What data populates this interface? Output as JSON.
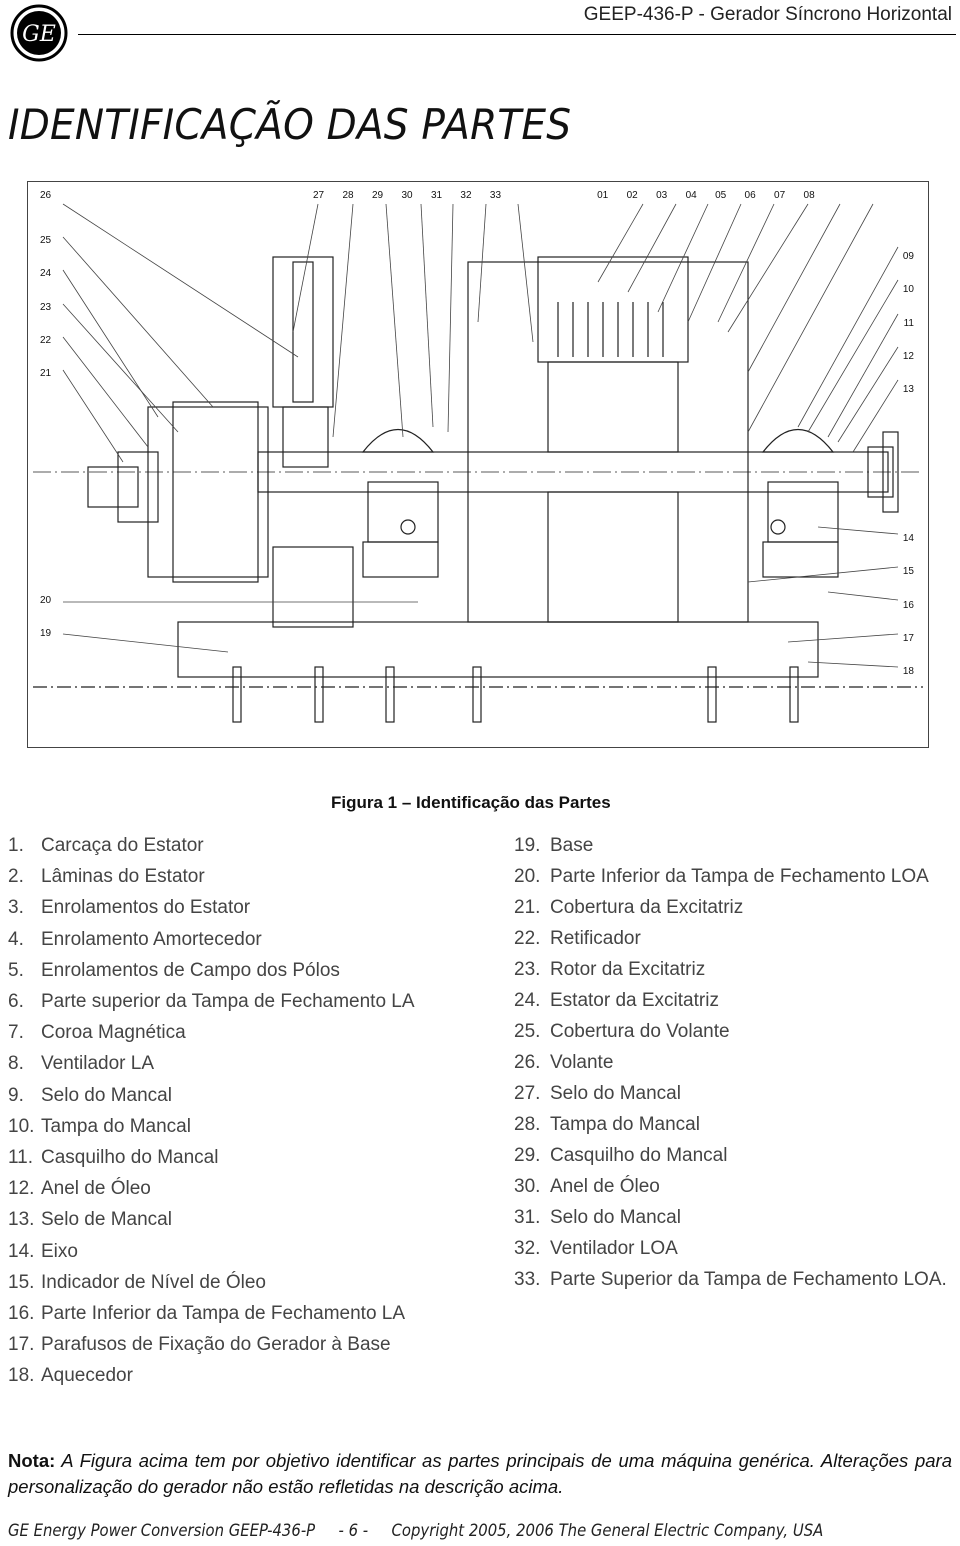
{
  "header": {
    "logo_text": "GE",
    "document_title": "GEEP-436-P - Gerador Síncrono Horizontal"
  },
  "page_title": "IDENTIFICAÇÃO DAS PARTES",
  "figure": {
    "top_labels": [
      "27",
      "28",
      "29",
      "30",
      "31",
      "32",
      "33",
      "01",
      "02",
      "03",
      "04",
      "05",
      "06",
      "07",
      "08"
    ],
    "label_26": "26",
    "left_labels": [
      "25",
      "24",
      "23",
      "22",
      "21"
    ],
    "left_bottom_labels": [
      "20",
      "19"
    ],
    "right_labels": [
      "09",
      "10",
      "11",
      "12",
      "13"
    ],
    "right_bottom_labels": [
      "14",
      "15",
      "16",
      "17",
      "18"
    ],
    "caption": "Figura 1 – Identificação das Partes"
  },
  "parts_left": [
    {
      "n": "1.",
      "t": "Carcaça do Estator"
    },
    {
      "n": "2.",
      "t": "Lâminas do Estator"
    },
    {
      "n": "3.",
      "t": "Enrolamentos do Estator"
    },
    {
      "n": "4.",
      "t": "Enrolamento Amortecedor"
    },
    {
      "n": "5.",
      "t": "Enrolamentos de Campo dos Pólos"
    },
    {
      "n": "6.",
      "t": "Parte superior da Tampa de Fechamento LA"
    },
    {
      "n": "7.",
      "t": "Coroa Magnética"
    },
    {
      "n": "8.",
      "t": "Ventilador LA"
    },
    {
      "n": "9.",
      "t": "Selo do Mancal"
    },
    {
      "n": "10.",
      "t": "Tampa do Mancal"
    },
    {
      "n": "11.",
      "t": "Casquilho do Mancal"
    },
    {
      "n": "12.",
      "t": "Anel de Óleo"
    },
    {
      "n": "13.",
      "t": "Selo de Mancal"
    },
    {
      "n": "14.",
      "t": "Eixo"
    },
    {
      "n": "15.",
      "t": "Indicador de Nível de Óleo"
    },
    {
      "n": "16.",
      "t": "Parte Inferior da Tampa de Fechamento LA"
    },
    {
      "n": "17.",
      "t": "Parafusos de Fixação do Gerador à Base"
    },
    {
      "n": "18.",
      "t": "Aquecedor"
    }
  ],
  "parts_right": [
    {
      "n": "19.",
      "t": "Base"
    },
    {
      "n": "20.",
      "t": "Parte Inferior da Tampa de Fechamento LOA"
    },
    {
      "n": "21.",
      "t": "Cobertura da Excitatriz"
    },
    {
      "n": "22.",
      "t": "Retificador"
    },
    {
      "n": "23.",
      "t": "Rotor da Excitatriz"
    },
    {
      "n": "24.",
      "t": "Estator da Excitatriz"
    },
    {
      "n": "25.",
      "t": "Cobertura do Volante"
    },
    {
      "n": "26.",
      "t": "Volante"
    },
    {
      "n": "27.",
      "t": "Selo do Mancal"
    },
    {
      "n": "28.",
      "t": "Tampa do Mancal"
    },
    {
      "n": "29.",
      "t": "Casquilho do Mancal"
    },
    {
      "n": "30.",
      "t": "Anel de Óleo"
    },
    {
      "n": "31.",
      "t": "Selo do Mancal"
    },
    {
      "n": "32.",
      "t": "Ventilador LOA"
    },
    {
      "n": "33.",
      "t": "Parte Superior da Tampa de Fechamento LOA."
    }
  ],
  "note": {
    "label": "Nota:",
    "text": "A Figura acima tem por objetivo identificar as partes principais de uma máquina genérica. Alterações para personalização do gerador não estão refletidas na descrição acima."
  },
  "footer": {
    "left": "GE Energy Power Conversion GEEP-436-P",
    "page": "- 6 -",
    "copyright": "Copyright 2005, 2006 The General Electric Company, USA"
  }
}
